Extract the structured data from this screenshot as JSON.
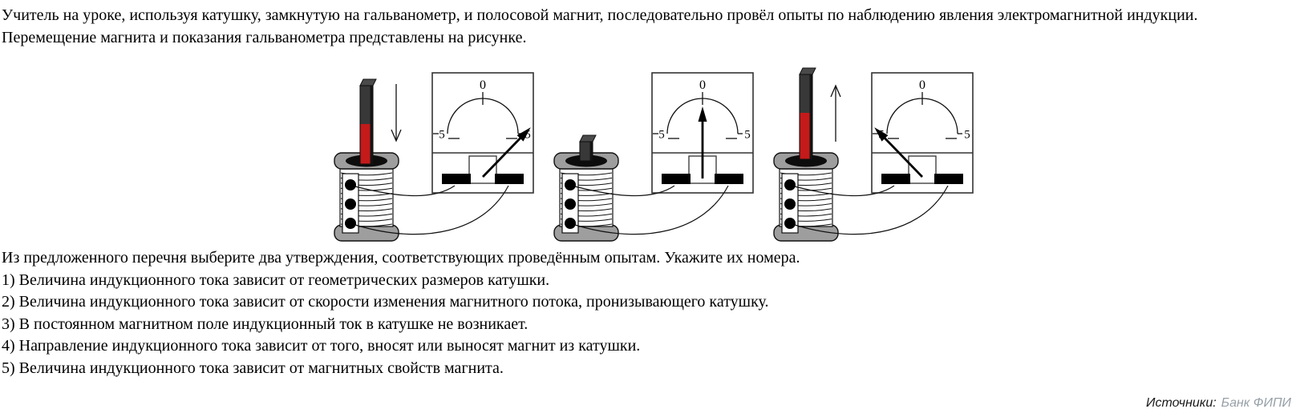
{
  "problem": {
    "intro": "Учитель на уроке, используя катушку, замкнутую на гальванометр, и полосовой магнит, последовательно провёл опыты по наблюдению явления электромагнитной индукции. Перемещение магнита и показания гальванометра представлены на рисунке.",
    "question": "Из предложенного перечня выберите два утверждения, соответствующих проведённым опытам. Укажите их номера.",
    "options": [
      "1) Величина индукционного тока зависит от геометрических размеров катушки.",
      "2) Величина индукционного тока зависит от скорости изменения магнитного потока, пронизывающего катушку.",
      "3) В постоянном магнитном поле индукционный ток в катушке не возникает.",
      "4) Направление индукционного тока зависит от того, вносят или выносят магнит из катушки.",
      "5) Величина индукционного тока зависит от магнитных свойств магнита."
    ]
  },
  "figure": {
    "scale": {
      "zero": "0",
      "left": "5",
      "right": "5"
    },
    "experiments": [
      {
        "magnet_action": "магнит вносят в катушку (стрелка вниз)",
        "arrow": "down",
        "galvanometer_reading": "отклонение вправо к 5"
      },
      {
        "magnet_action": "магнит покоится в катушке",
        "arrow": "none",
        "galvanometer_reading": "стрелка на 0"
      },
      {
        "magnet_action": "магнит выносят из катушки (стрелка вверх)",
        "arrow": "up",
        "galvanometer_reading": "отклонение влево к 5"
      }
    ],
    "colors": {
      "magnet_top": "#383838",
      "magnet_bottom": "#c41a1a",
      "flange": "#9e9e9e"
    }
  },
  "source": {
    "label": "Источники:",
    "value": "Банк ФИПИ"
  }
}
